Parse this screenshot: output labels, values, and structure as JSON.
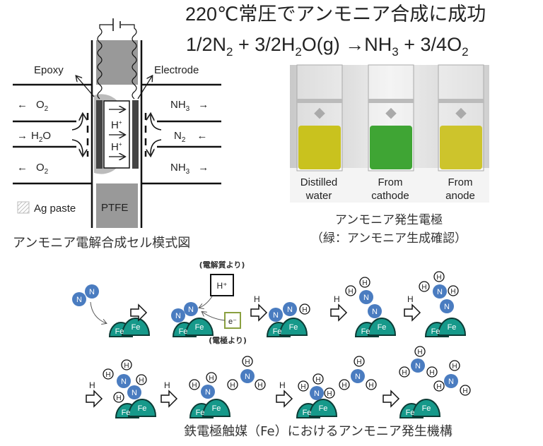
{
  "title": {
    "line1": "220℃常圧でアンモニア合成に成功",
    "line2": {
      "a": "1/2N",
      "a_sub": "2",
      "b": " + 3/2H",
      "b_sub": "2",
      "c": "O(g) →NH",
      "c_sub": "3",
      "d": " + 3/4O",
      "d_sub": "2"
    }
  },
  "cell_diagram": {
    "epoxy": "Epoxy",
    "electrode": "Electrode",
    "o2": "O",
    "o2_sub": "2",
    "h2o_a": "H",
    "h2o_sub": "2",
    "h2o_b": "O",
    "nh3": "NH",
    "nh3_sub": "3",
    "n2": "N",
    "n2_sub": "2",
    "hplus": "H",
    "plus": "+",
    "ag_paste": "Ag paste",
    "ptfe": "PTFE",
    "arrow_left": "←",
    "arrow_right": "→",
    "caption": "アンモニア電解合成セル模式図"
  },
  "photo": {
    "labels": [
      {
        "line1": "Distilled",
        "line2": "water"
      },
      {
        "line1": "From",
        "line2": "cathode"
      },
      {
        "line1": "From",
        "line2": "anode"
      }
    ],
    "liquid_colors": [
      "#c9c21e",
      "#3fa534",
      "#cdc42c"
    ],
    "caption_line1": "アンモニア発生電極",
    "caption_line2": "（緑：アンモニア生成確認）"
  },
  "mechanism": {
    "atoms": {
      "N": "N",
      "H": "H",
      "Fe": "Fe"
    },
    "step_label": "H",
    "hplus_box": "H⁺",
    "electron_box": "e⁻",
    "from_electrolyte": "(電解質より)",
    "from_electrode": "(電極より)",
    "caption": "鉄電極触媒（Fe）におけるアンモニア発生機構",
    "colors": {
      "nitrogen": "#4a7cc0",
      "iron": "#16998a",
      "electron_box": "#8aa040"
    }
  }
}
